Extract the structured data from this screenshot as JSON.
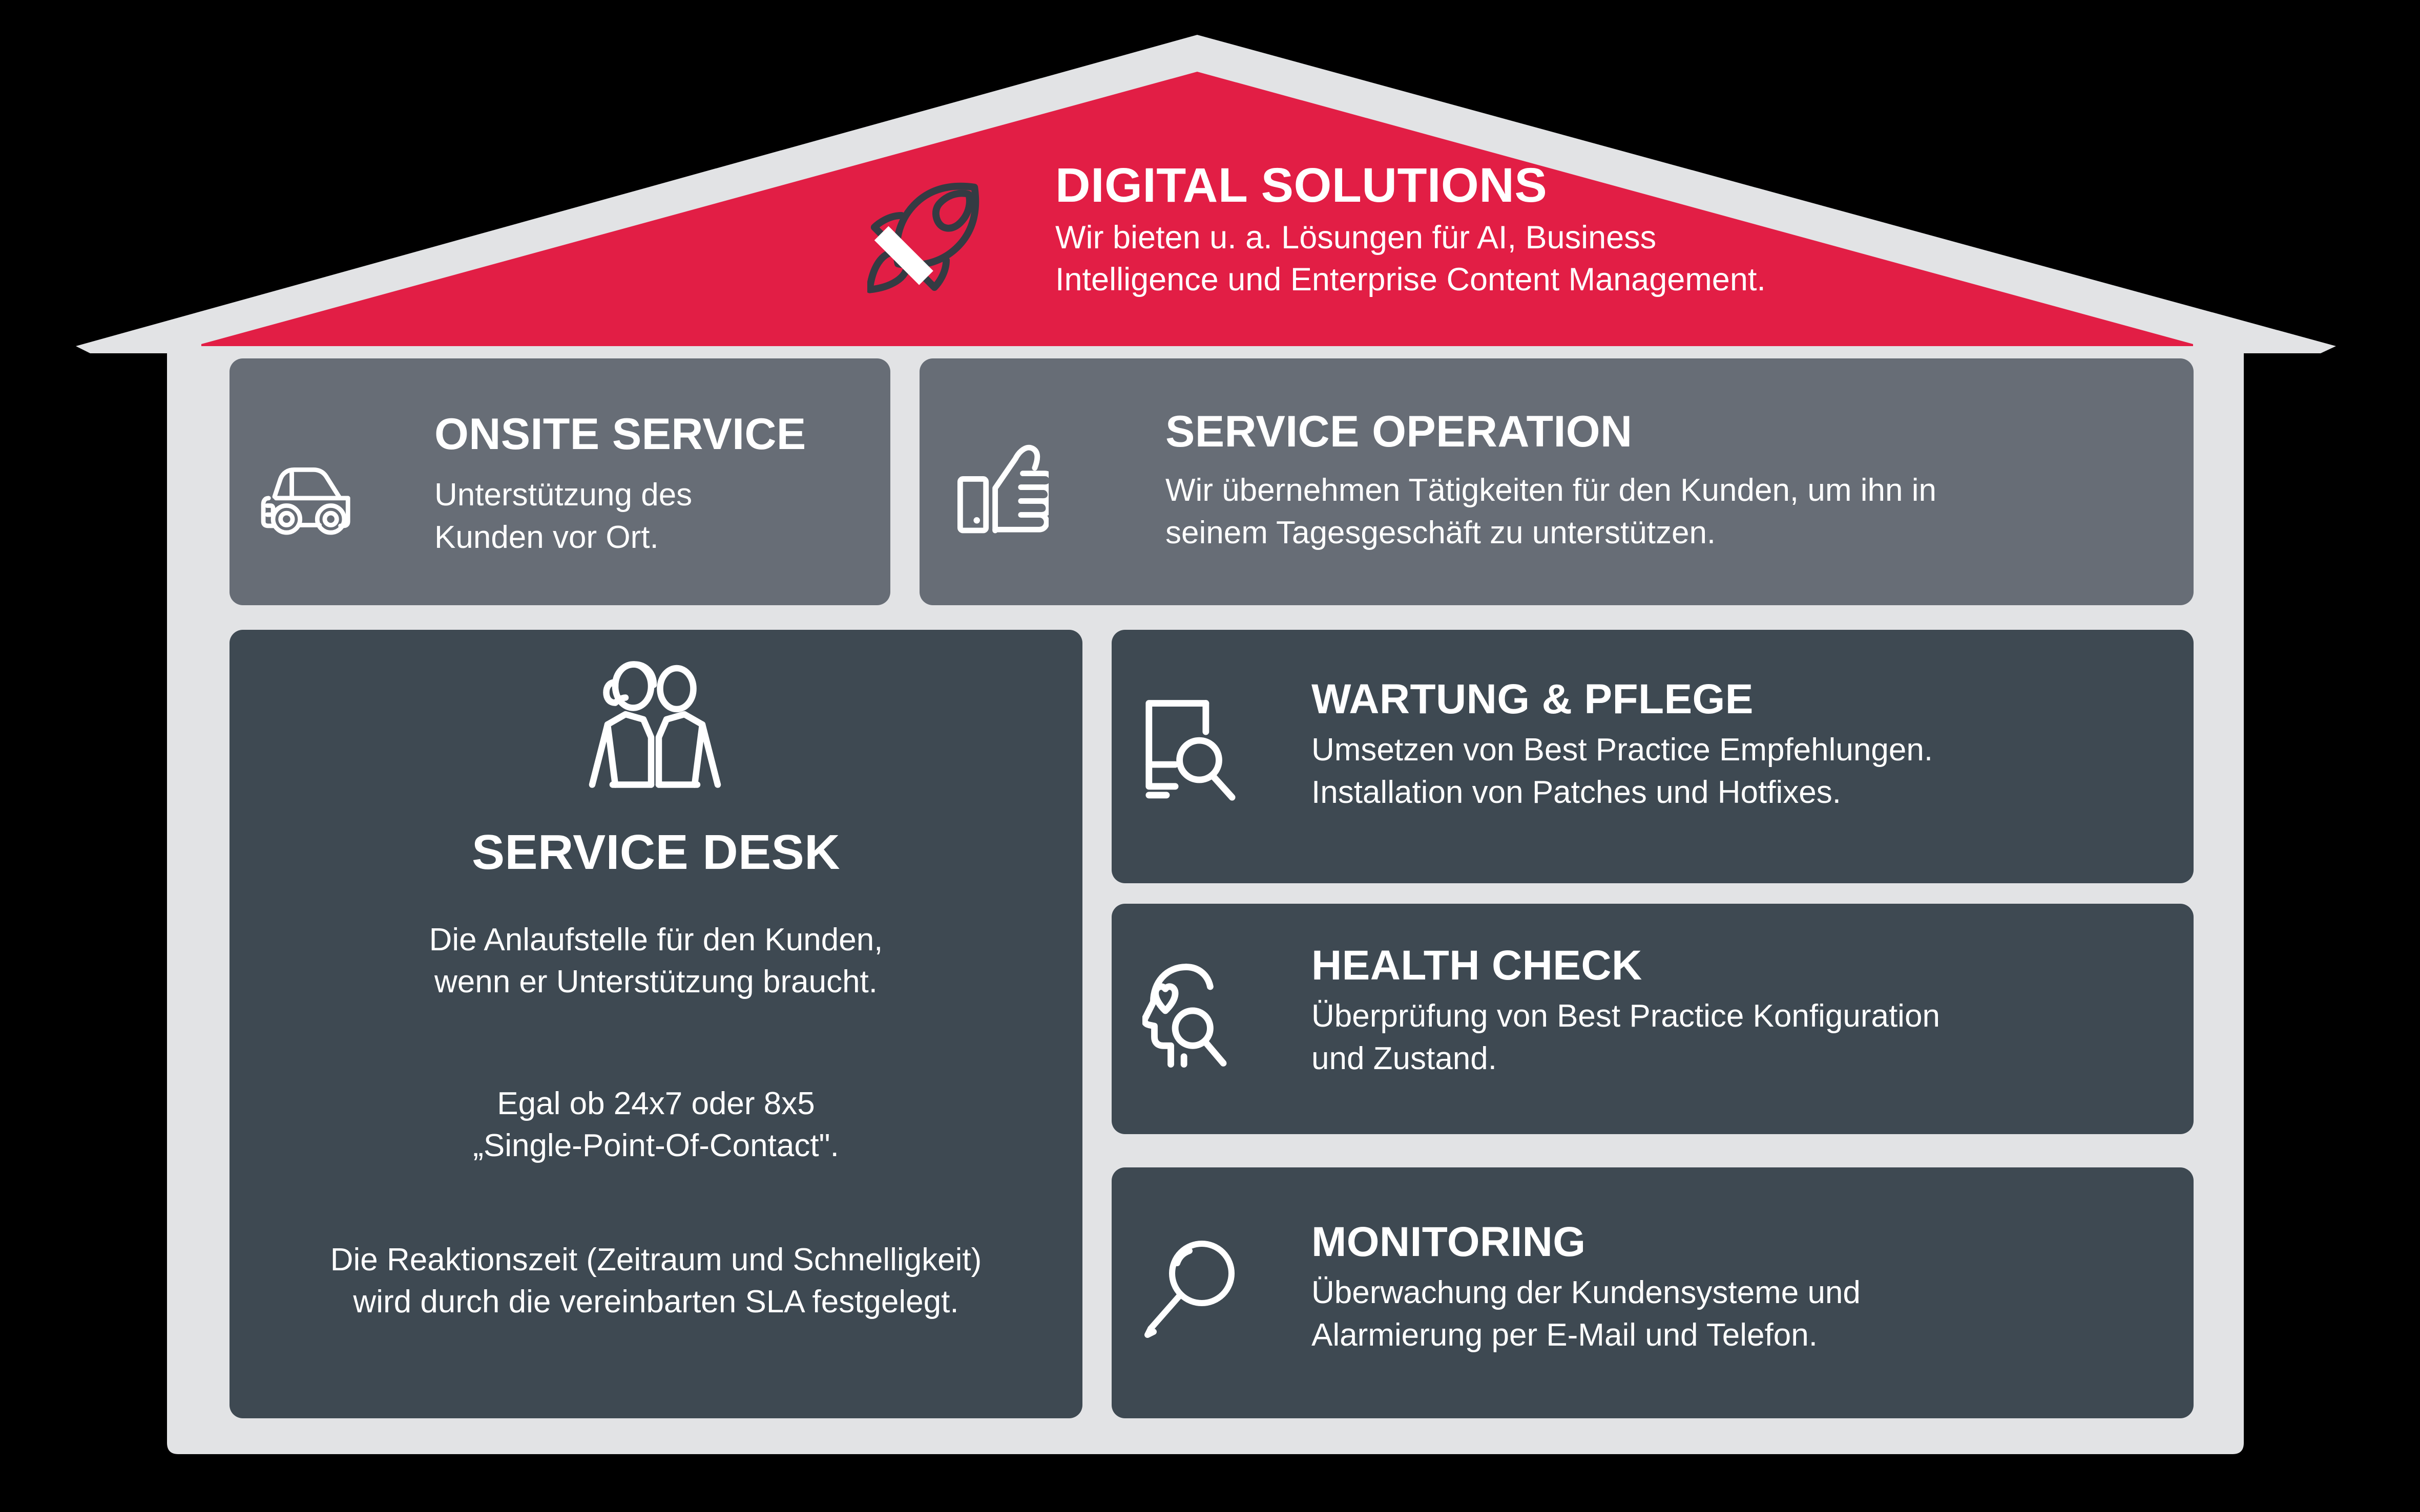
{
  "colors": {
    "brand_red": "#E21E45",
    "house_shell": "#E2E3E5",
    "card_light": "#676D76",
    "card_dark": "#3E4952",
    "icon_dark": "#343B43",
    "text_white": "#FFFFFF",
    "background": "#000000"
  },
  "roof": {
    "icon": "rocket-icon",
    "title": "DIGITAL SOLUTIONS",
    "subtitle_line1": "Wir bieten u. a. Lösungen für AI, Business",
    "subtitle_line2": "Intelligence  und Enterprise Content Management."
  },
  "cards": [
    {
      "id": "onsite",
      "icon": "car-icon",
      "title": "ONSITE SERVICE",
      "body_line1": "Unterstützung des",
      "body_line2": "Kunden vor Ort.",
      "tone": "light"
    },
    {
      "id": "operation",
      "icon": "thumbs-up-icon",
      "title": "SERVICE OPERATION",
      "body_line1": "Wir übernehmen Tätigkeiten für den Kunden, um ihn in",
      "body_line2": "seinem Tagesgeschäft zu unterstützen.",
      "tone": "light"
    },
    {
      "id": "desk",
      "icon": "two-people-headset-icon",
      "title": "SERVICE DESK",
      "paragraph1_line1": "Die Anlaufstelle für den Kunden,",
      "paragraph1_line2": "wenn er Unterstützung braucht.",
      "paragraph2_line1": "Egal ob 24x7 oder 8x5",
      "paragraph2_line2": "„Single-Point-Of-Contact\".",
      "paragraph3_line1": "Die Reaktionszeit (Zeitraum und Schnelligkeit)",
      "paragraph3_line2": "wird durch die vereinbarten SLA festgelegt.",
      "tone": "dark"
    },
    {
      "id": "wartung",
      "icon": "monitor-magnifier-icon",
      "title": "WARTUNG & PFLEGE",
      "body_line1": "Umsetzen von Best Practice Empfehlungen.",
      "body_line2": "Installation von Patches und Hotfixes.",
      "tone": "dark"
    },
    {
      "id": "health",
      "icon": "head-heart-magnifier-icon",
      "title": "HEALTH CHECK",
      "body_line1": "Überprüfung von Best Practice Konfiguration",
      "body_line2": "und Zustand.",
      "tone": "dark"
    },
    {
      "id": "monitoring",
      "icon": "magnifier-icon",
      "title": "MONITORING",
      "body_line1": "Überwachung der Kundensysteme und",
      "body_line2": "Alarmierung per E-Mail und Telefon.",
      "tone": "dark"
    }
  ]
}
